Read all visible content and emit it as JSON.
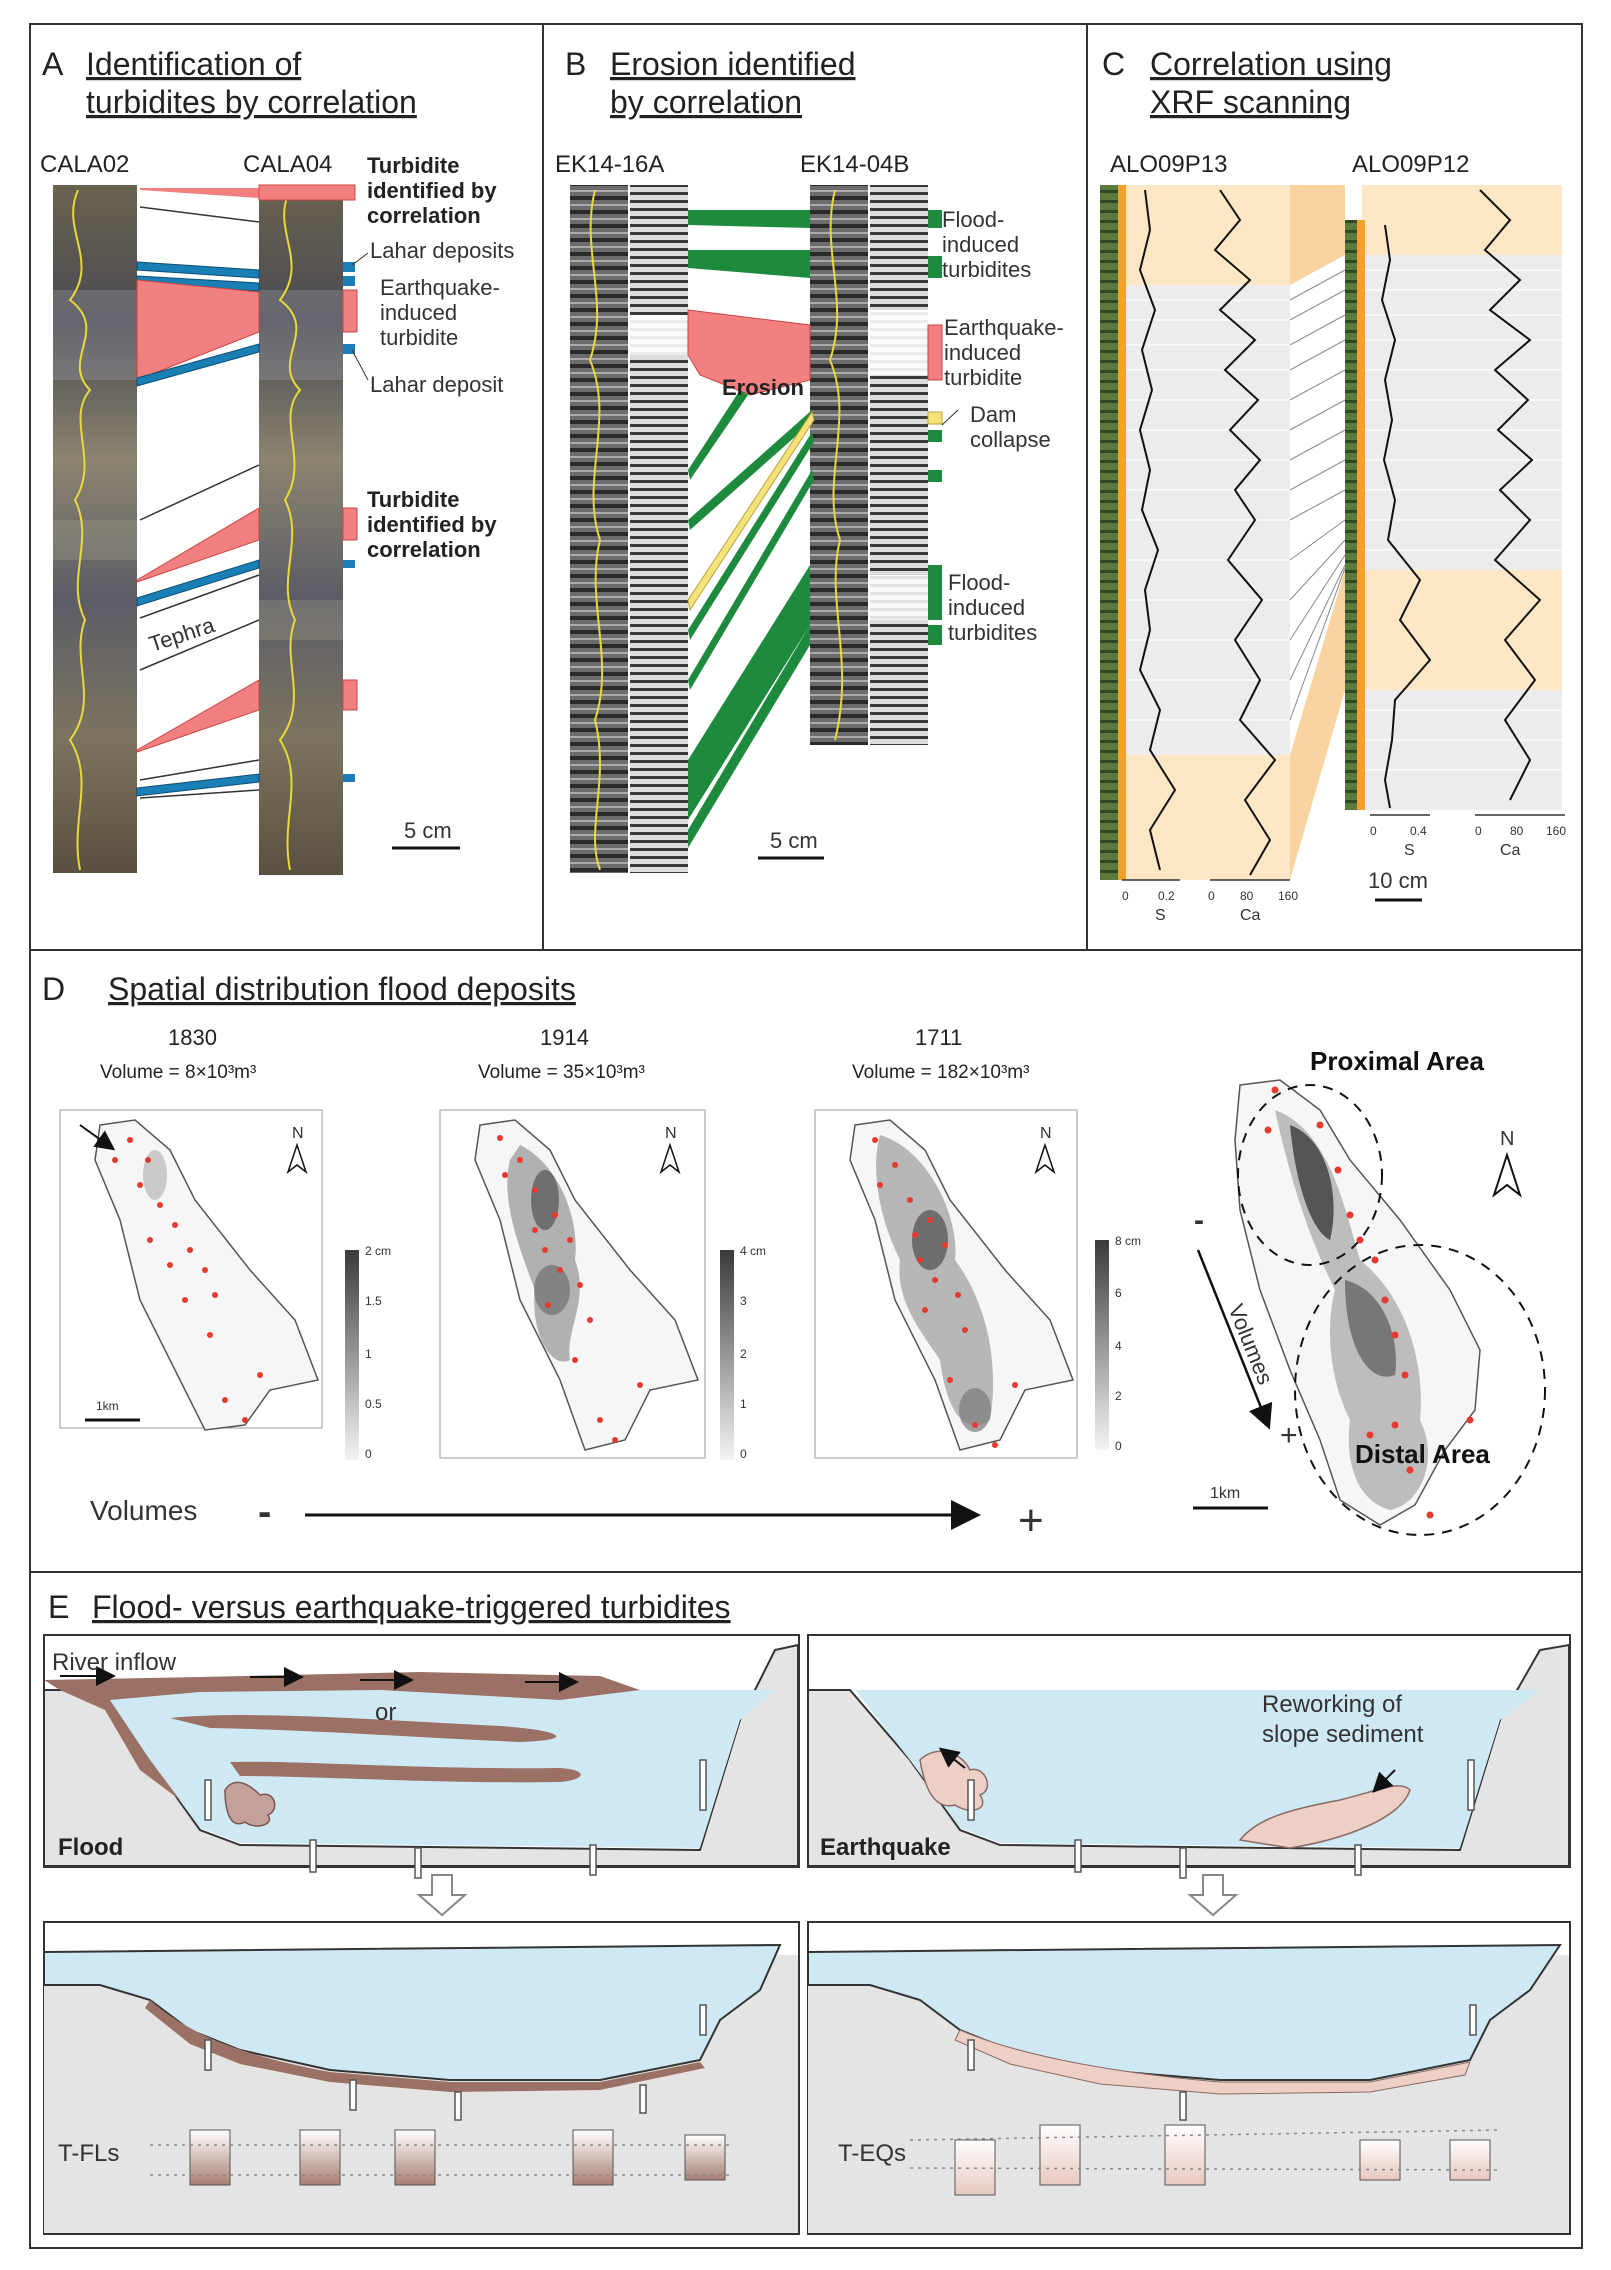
{
  "panel_a": {
    "letter": "A",
    "title_line1": "Identification of",
    "title_line2": "turbidites by correlation",
    "core_left": "CALA02",
    "core_right": "CALA04",
    "label_turbidite1_l1": "Turbidite",
    "label_turbidite1_l2": "identified by",
    "label_turbidite1_l3": "correlation",
    "label_lahar_deposits": "Lahar deposits",
    "label_eq_l1": "Earthquake-",
    "label_eq_l2": "induced",
    "label_eq_l3": "turbidite",
    "label_lahar_deposit": "Lahar deposit",
    "label_turbidite2_l1": "Turbidite",
    "label_turbidite2_l2": "identified by",
    "label_turbidite2_l3": "correlation",
    "label_tephra": "Tephra",
    "scale": "5 cm"
  },
  "panel_b": {
    "letter": "B",
    "title_line1": "Erosion identified",
    "title_line2": "by correlation",
    "core_left": "EK14-16A",
    "core_right": "EK14-04B",
    "label_flood1_l1": "Flood-",
    "label_flood1_l2": "induced",
    "label_flood1_l3": "turbidites",
    "label_eq_l1": "Earthquake-",
    "label_eq_l2": "induced",
    "label_eq_l3": "turbidite",
    "label_erosion": "Erosion",
    "label_dam_l1": "Dam",
    "label_dam_l2": "collapse",
    "label_flood2_l1": "Flood-",
    "label_flood2_l2": "induced",
    "label_flood2_l3": "turbidites",
    "scale": "5 cm"
  },
  "panel_c": {
    "letter": "C",
    "title_line1": "Correlation using",
    "title_line2": "XRF scanning",
    "core_left": "ALO09P13",
    "core_right": "ALO09P12",
    "left_s_ticks": [
      "0",
      "0.2"
    ],
    "left_ca_ticks": [
      "0",
      "80",
      "160"
    ],
    "right_s_ticks": [
      "0",
      "0.4"
    ],
    "right_ca_ticks": [
      "0",
      "80",
      "160"
    ],
    "axis_s": "S",
    "axis_ca": "Ca",
    "scale": "10 cm"
  },
  "panel_d": {
    "letter": "D",
    "title": "Spatial distribution flood deposits",
    "maps": [
      {
        "year": "1830",
        "volume": "Volume = 8×10³m³",
        "legend": [
          "2 cm",
          "1.5",
          "1",
          "0.5",
          "0"
        ]
      },
      {
        "year": "1914",
        "volume": "Volume = 35×10³m³",
        "legend": [
          "4 cm",
          "3",
          "2",
          "1",
          "0"
        ]
      },
      {
        "year": "1711",
        "volume": "Volume = 182×10³m³",
        "legend": [
          "8 cm",
          "6",
          "4",
          "2",
          "0"
        ]
      }
    ],
    "north": "N",
    "scale": "1km",
    "volumes": "Volumes",
    "minus": "-",
    "plus": "+",
    "proximal": "Proximal Area",
    "distal": "Distal Area",
    "volumes_rot": "Volumes"
  },
  "panel_e": {
    "letter": "E",
    "title": "Flood- versus earthquake-triggered turbidites",
    "river_inflow": "River inflow",
    "or": "or",
    "flood": "Flood",
    "earthquake": "Earthquake",
    "reworking_l1": "Reworking of",
    "reworking_l2": "slope sediment",
    "tfl": "T-FLs",
    "teq": "T-EQs"
  },
  "colors": {
    "turbidite_red": "#f28080",
    "lahar_blue": "#1a7fb5",
    "flood_green": "#1e8a3e",
    "dam_yellow": "#f5e27a",
    "xrf_orange": "#fde7c4",
    "water_blue": "#cfe9f4",
    "flood_brown": "#9b7166",
    "eq_pink": "#edcfc6"
  }
}
